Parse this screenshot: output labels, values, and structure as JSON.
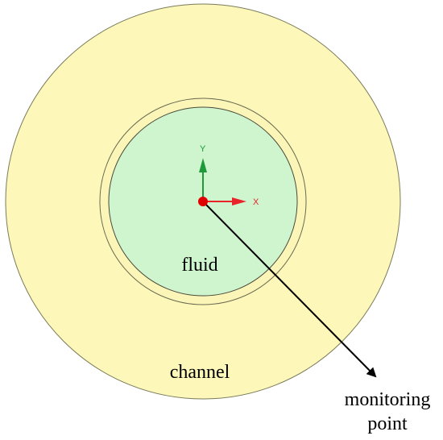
{
  "labels": {
    "fluid": "fluid",
    "channel": "channel",
    "monitoring_line1": "monitoring",
    "monitoring_line2": "point"
  },
  "axes": {
    "x_label": "X",
    "y_label": "Y"
  },
  "colors": {
    "channel_fill": "#fdf8b9",
    "channel_stroke": "#7a7a5a",
    "gap_fill": "#fbf6b8",
    "fluid_fill": "#cff5cf",
    "fluid_stroke": "#4a4a3a",
    "x_axis": "#e8242a",
    "y_axis": "#1e9a3a",
    "origin": "#e00000",
    "arrow": "#000000"
  }
}
